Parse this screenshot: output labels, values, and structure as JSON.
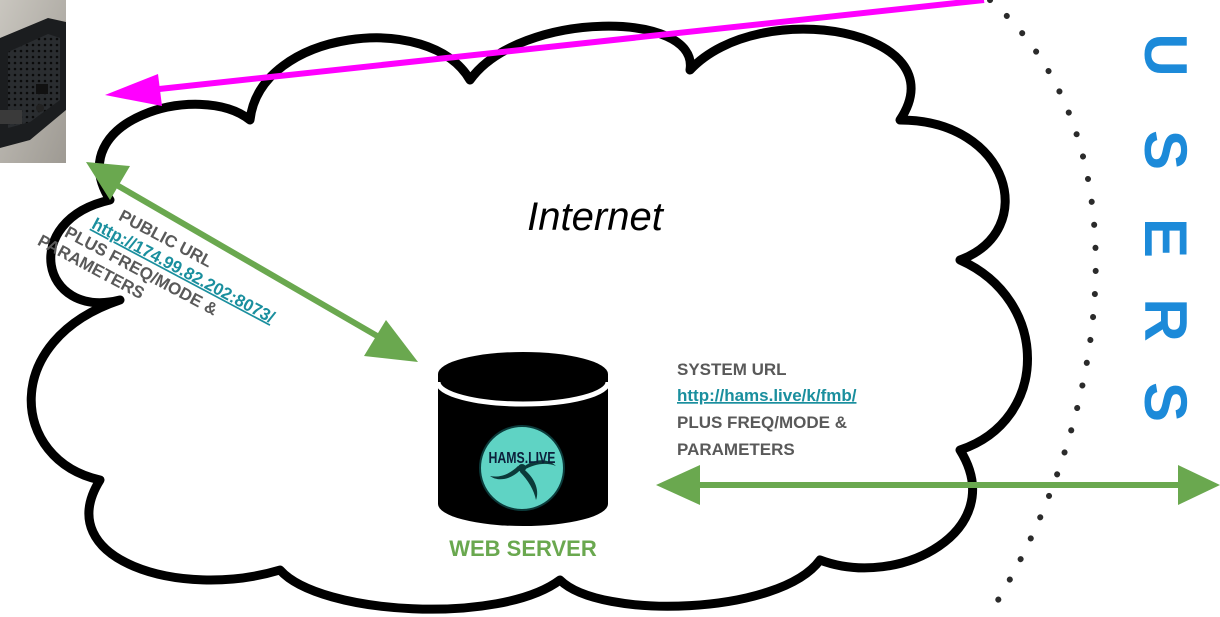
{
  "cloud_label": "Internet",
  "web_server": {
    "label": "WEB SERVER",
    "logo_text": "HAMS.LIVE"
  },
  "public_url": {
    "title": "PUBLIC URL",
    "link": "http://174.99.82.202:8073/",
    "line1": "PLUS FREQ/MODE &",
    "line2": "PARAMETERS"
  },
  "system_url": {
    "title": "SYSTEM URL",
    "link": "http://hams.live/k/fmb/",
    "line1": "PLUS FREQ/MODE &",
    "line2": "PARAMETERS"
  },
  "users_letters": [
    "U",
    "S",
    "E",
    "R",
    "S"
  ],
  "colors": {
    "green_arrow": "#6aa84f",
    "magenta_arrow": "#ff00ff",
    "link": "#1a8f9e",
    "users": "#1c8ad9",
    "gray_text": "#595959",
    "web_server_text": "#6aa84f",
    "logo_fill": "#5fd3c4"
  }
}
